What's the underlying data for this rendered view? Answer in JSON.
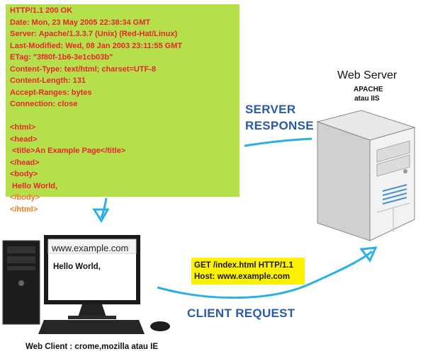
{
  "response": {
    "lines": [
      "HTTP/1.1 200 OK",
      "Date: Mon, 23 May 2005 22:38:34 GMT",
      "Server: Apache/1.3.3.7 (Unix) (Red-Hat/Linux)",
      "Last-Modified: Wed, 08 Jan 2003 23:11:55 GMT",
      "ETag: \"3f80f-1b6-3e1cb03b\"",
      "Content-Type: text/html; charset=UTF-8",
      "Content-Length: 131",
      "Accept-Ranges: bytes",
      "Connection: close",
      "",
      "<html>",
      "<head>",
      " <title>An Example Page</title>",
      "</head>",
      "<body>",
      " Hello World,",
      "</body>",
      "</html>"
    ],
    "text_color": "#e8262c",
    "tail_color": "#f07820",
    "box_color": "#b5e04c"
  },
  "server": {
    "title": "Web Server",
    "software_line1": "APACHE",
    "software_line2": "atau IIS"
  },
  "labels": {
    "server_response_1": "SERVER",
    "server_response_2": "RESPONSE",
    "client_request": "CLIENT REQUEST",
    "color": "#2b5aa8"
  },
  "request": {
    "line1": "GET /index.html HTTP/1.1",
    "line2": "Host: www.example.com",
    "box_color": "#fff200"
  },
  "client": {
    "url": "www.example.com",
    "page_text": "Hello World,",
    "caption": "Web Client : crome,mozilla atau IE"
  },
  "arrow_color": "#2ab0e6"
}
